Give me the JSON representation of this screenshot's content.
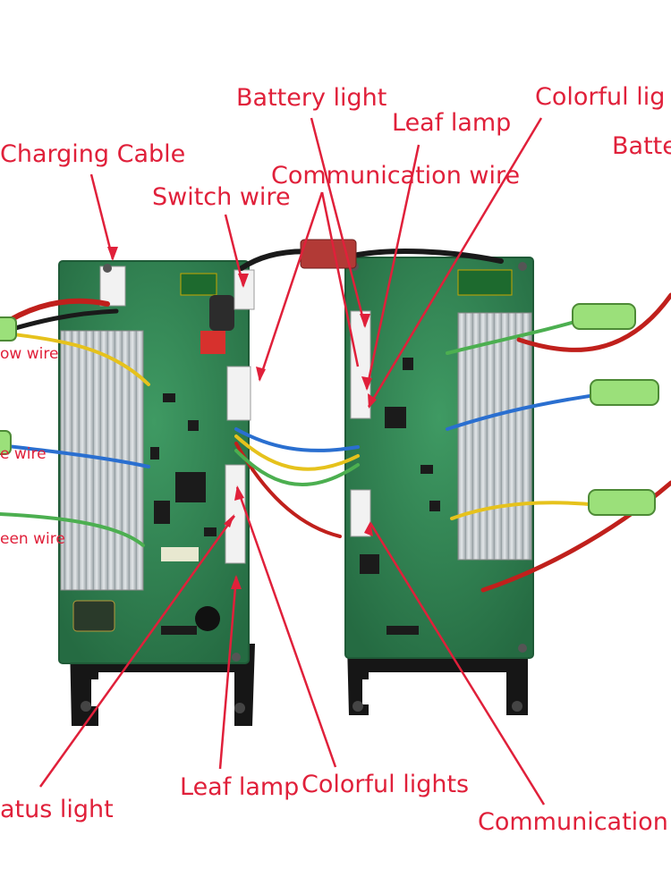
{
  "labels": {
    "battery_light_top": "Battery light",
    "colorful_light_top": "Colorful lig",
    "leaf_lamp_top": "Leaf lamp",
    "battery_right_top": "Batte",
    "charging_cable": "Charging Cable",
    "communication_wire_top": "Communication wire",
    "switch_wire": "Switch wire",
    "yellow_wire": "ow wire",
    "blue_wire": "e wire",
    "green_wire": "een wire",
    "status_light": "atus light",
    "leaf_lamp_bottom": "Leaf lamp",
    "colorful_lights_bottom": "Colorful lights",
    "communication_bottom": "Communication"
  },
  "colors": {
    "label_red": "#e0203a",
    "pcb_green": "#2e7d4f",
    "heatsink_silver": "#c9cfd2"
  }
}
